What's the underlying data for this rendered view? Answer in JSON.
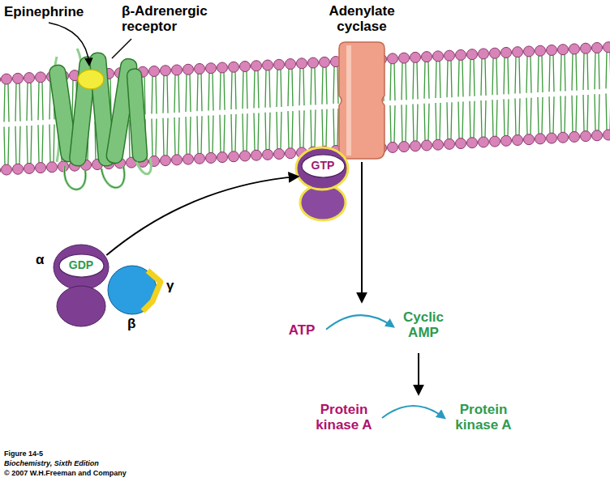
{
  "diagram": {
    "nodes": [
      {
        "text": [
          "GDP"
        ]
      },
      {
        "text": [
          "GTP"
        ]
      },
      {
        "text": [
          "ATP"
        ]
      },
      {
        "text": [
          "Cyclic AMP"
        ]
      },
      {
        "text": [
          "Protein kinase A"
        ]
      },
      {
        "text": [
          "Protein kinase A"
        ]
      }
    ],
    "edges": [
      {
        "from": 0,
        "to": 1,
        "arrow": "to"
      },
      {
        "from": 2,
        "to": 3,
        "arrow": "to"
      },
      {
        "from": 4,
        "to": 5,
        "arrow": "to"
      }
    ],
    "labels": [
      "Epinephrine",
      "β-Adrenergic receptor",
      "Adenylate cyclase",
      "α",
      "β",
      "γ",
      "Figure 14-5",
      "Biochemistry, Sixth Edition",
      "© 2007 W.H.Freeman and Company"
    ]
  }
}
